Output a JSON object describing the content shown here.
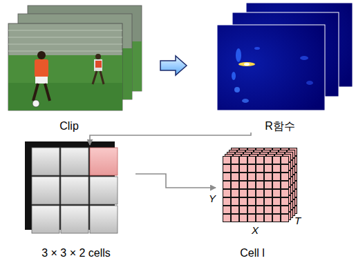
{
  "diagram": {
    "nodes": [
      {
        "text": [
          "Clip"
        ]
      },
      {
        "text": [
          "R함수"
        ]
      },
      {
        "text": [
          "3 × 3 × 2 cells"
        ]
      },
      {
        "text": [
          "Cell l"
        ]
      }
    ],
    "edges": [
      {
        "from": 0,
        "to": 1,
        "arrow": "to"
      },
      {
        "from": 1,
        "to": 2,
        "arrow": "to"
      },
      {
        "from": 2,
        "to": 3,
        "arrow": "to"
      }
    ],
    "labels": [
      "Y",
      "X",
      "T"
    ]
  }
}
